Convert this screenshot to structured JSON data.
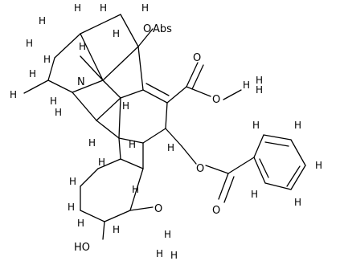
{
  "atoms": {
    "abs_label": "Abs",
    "n_label": "N",
    "oh_top": "O",
    "h_methyl_1": "H",
    "h_methyl_2": "H",
    "h_methyl_3": "H",
    "h_amine_1": "H",
    "h_amine_2": "H",
    "h_amine_3": "H",
    "ester_o_double": "O",
    "ester_o_single": "O",
    "ester_me_h1": "H",
    "ester_me_h2": "H",
    "ester_me_h3": "H",
    "benzoate_o": "O",
    "benzoate_o_double": "O",
    "ph_h1": "H",
    "ph_h2": "H",
    "ph_h3": "H",
    "ph_h4": "H",
    "ph_h5": "H",
    "methoxy_o": "O",
    "methoxy_h1": "H",
    "methoxy_h2": "H",
    "methoxy_h3": "H",
    "hydroxy_label": "HO",
    "h_ring_1": "H",
    "h_ring_2": "H",
    "h_ring_3": "H",
    "h_ring_4": "H",
    "h_ring_5": "H",
    "h_ring_6": "H",
    "h_ring_7": "H",
    "h_ring_8": "H",
    "h_ring_9": "H",
    "h_ring_10": "H",
    "h_ring_11": "H",
    "h_ring_12": "H",
    "h_ring_13": "H",
    "h_ring_14": "H",
    "h_ring_15": "H",
    "h_ring_16": "H"
  }
}
